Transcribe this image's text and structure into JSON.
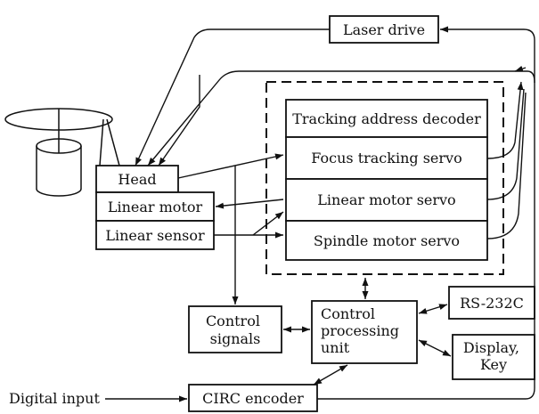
{
  "blocks": {
    "laser_drive": "Laser drive",
    "head": "Head",
    "linear_motor": "Linear motor",
    "linear_sensor": "Linear sensor",
    "tracking_address_decoder": "Tracking address decoder",
    "focus_tracking_servo": "Focus tracking servo",
    "linear_motor_servo": "Linear motor servo",
    "spindle_motor_servo": "Spindle motor servo",
    "control_signals": [
      "Control",
      "signals"
    ],
    "control_processing_unit": [
      "Control",
      "processing",
      "unit"
    ],
    "rs232c": "RS-232C",
    "display_key": [
      "Display,",
      "Key"
    ],
    "circ_encoder": "CIRC encoder",
    "digital_input": "Digital input"
  }
}
